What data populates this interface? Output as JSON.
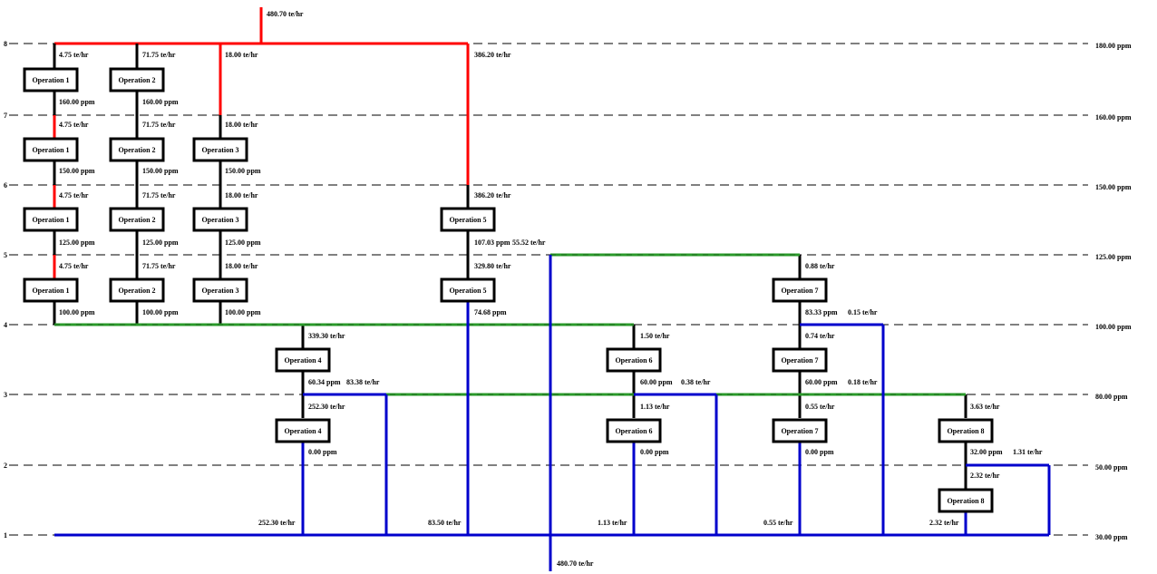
{
  "colors": {
    "fresh": "#ff0000",
    "reuse": "#000000",
    "waste": "#0000cc",
    "green": "#2a9a2a",
    "dash": "#000000"
  },
  "levels": [
    {
      "num": "8",
      "ppm": "180.00 ppm"
    },
    {
      "num": "7",
      "ppm": "160.00 ppm"
    },
    {
      "num": "6",
      "ppm": "150.00 ppm"
    },
    {
      "num": "5",
      "ppm": "125.00 ppm"
    },
    {
      "num": "4",
      "ppm": "100.00 ppm"
    },
    {
      "num": "3",
      "ppm": "80.00 ppm"
    },
    {
      "num": "2",
      "ppm": "50.00 ppm"
    },
    {
      "num": "1",
      "ppm": "30.00 ppm"
    }
  ],
  "boxes": [
    {
      "id": "op1-a",
      "label": "Operation 1"
    },
    {
      "id": "op2-a",
      "label": "Operation 2"
    },
    {
      "id": "op1-b",
      "label": "Operation 1"
    },
    {
      "id": "op2-b",
      "label": "Operation 2"
    },
    {
      "id": "op3-b",
      "label": "Operation 3"
    },
    {
      "id": "op1-c",
      "label": "Operation 1"
    },
    {
      "id": "op2-c",
      "label": "Operation 2"
    },
    {
      "id": "op3-c",
      "label": "Operation 3"
    },
    {
      "id": "op5-c",
      "label": "Operation 5"
    },
    {
      "id": "op1-d",
      "label": "Operation 1"
    },
    {
      "id": "op2-d",
      "label": "Operation 2"
    },
    {
      "id": "op3-d",
      "label": "Operation 3"
    },
    {
      "id": "op5-d",
      "label": "Operation 5"
    },
    {
      "id": "op7-d",
      "label": "Operation 7"
    },
    {
      "id": "op4-e",
      "label": "Operation 4"
    },
    {
      "id": "op6-e",
      "label": "Operation 6"
    },
    {
      "id": "op7-e",
      "label": "Operation 7"
    },
    {
      "id": "op4-f",
      "label": "Operation 4"
    },
    {
      "id": "op6-f",
      "label": "Operation 6"
    },
    {
      "id": "op7-f",
      "label": "Operation 7"
    },
    {
      "id": "op8-f",
      "label": "Operation 8"
    },
    {
      "id": "op8-g",
      "label": "Operation 8"
    }
  ],
  "labels": [
    "480.70 te/hr",
    "4.75 te/hr",
    "71.75 te/hr",
    "18.00 te/hr",
    "386.20 te/hr",
    "160.00 ppm",
    "160.00 ppm",
    "4.75 te/hr",
    "71.75 te/hr",
    "18.00 te/hr",
    "150.00 ppm",
    "150.00 ppm",
    "150.00 ppm",
    "4.75 te/hr",
    "71.75 te/hr",
    "18.00 te/hr",
    "386.20 te/hr",
    "125.00 ppm",
    "125.00 ppm",
    "125.00 ppm",
    "107.03 ppm",
    "55.52 te/hr",
    "4.75 te/hr",
    "71.75 te/hr",
    "18.00 te/hr",
    "329.80 te/hr",
    "0.88 te/hr",
    "100.00 ppm",
    "100.00 ppm",
    "100.00 ppm",
    "74.68 ppm",
    "83.33 ppm",
    "0.15 te/hr",
    "339.30 te/hr",
    "1.50 te/hr",
    "0.74 te/hr",
    "60.34 ppm",
    "83.38 te/hr",
    "60.00 ppm",
    "0.38 te/hr",
    "60.00 ppm",
    "0.18 te/hr",
    "252.30 te/hr",
    "1.13 te/hr",
    "0.55 te/hr",
    "3.63 te/hr",
    "0.00 ppm",
    "0.00 ppm",
    "0.00 ppm",
    "32.00 ppm",
    "1.31 te/hr",
    "2.32 te/hr",
    "252.30 te/hr",
    "83.50 te/hr",
    "1.13 te/hr",
    "0.55 te/hr",
    "2.32 te/hr",
    "480.70 te/hr"
  ]
}
